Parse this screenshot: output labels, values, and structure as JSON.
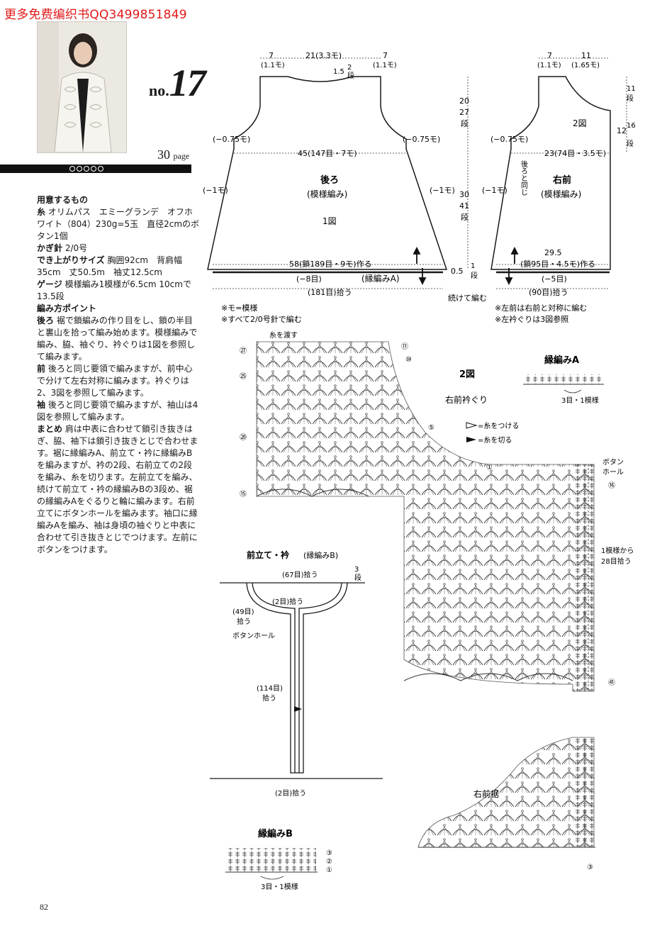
{
  "watermark": "更多免费编织书QQ3499851849",
  "pattern": {
    "no_prefix": "no.",
    "no_number": "17",
    "page_ref_num": "30",
    "page_ref_unit": "page"
  },
  "materials": {
    "heading": "用意するもの",
    "yarn_label": "糸",
    "yarn_text": "オリムパス　エミーグランデ　オフホワイト（804）230g=5玉　直径2cmのボタン1個",
    "hook_label": "かぎ針",
    "hook_text": "2/0号",
    "size_label": "でき上がりサイズ",
    "size_text": "胸囲92cm　背肩幅35cm　丈50.5m　袖丈12.5cm",
    "gauge_label": "ゲージ",
    "gauge_text": "模様編み1模様が6.5cm 10cmで13.5段"
  },
  "points": {
    "heading": "編み方ポイント",
    "back_label": "後ろ",
    "back_text": "裾で鎖編みの作り目をし、鎖の半目と裏山を拾って編み始めます。模様編みで編み、脇、袖ぐり、衿ぐりは1図を参照して編みます。",
    "front_label": "前",
    "front_text": "後ろと同じ要領で編みますが、前中心で分けて左右対称に編みます。衿ぐりは2、3図を参照して編みます。",
    "sleeve_label": "袖",
    "sleeve_text": "後ろと同じ要領で編みますが、袖山は4図を参照して編みます。",
    "finish_label": "まとめ",
    "finish_text": "肩は中表に合わせて鎖引き抜きはぎ、脇、袖下は鎖引き抜きとじで合わせます。裾に縁編みA、前立て・衿に縁編みBを編みますが、衿の2段、右前立ての2段を編み、糸を切ります。左前立てを編み、続けて前立て・衿の縁編みBの3段め、裾の縁編みAをぐるりと輪に編みます。右前立てにボタンホールを編みます。袖口に縁編みAを編み、袖は身頃の袖ぐりと中表に合わせて引き抜きとじでつけます。左前にボタンをつけます。"
  },
  "back": {
    "top_left": "7",
    "top_left_sub": "(1.1モ)",
    "top_mid": "21(3.3モ)",
    "top_right": "7",
    "top_right_sub": "(1.1モ)",
    "neck_depth": "1.5",
    "neck_rows": "2",
    "neck_rows_unit": "段",
    "arm_left": "(−0.75モ)",
    "arm_right": "(−0.75モ)",
    "width": "45(147目・7モ)",
    "title": "後ろ",
    "pattern_name": "(模様編み)",
    "fig": "1図",
    "side_left": "(−1モ)",
    "side_right": "(−1モ)",
    "chain": "58(鎖189目・9モ)作る",
    "border_left": "(−8目)",
    "border_name": "(縁編みA)",
    "pick": "(181目)拾う",
    "upper_len": "20",
    "upper_rows": "27",
    "upper_unit": "段",
    "lower_len": "30",
    "lower_rows": "41",
    "lower_unit": "段",
    "border_len": "0.5",
    "border_rows": "1",
    "border_unit": "段",
    "continue": "続けて編む",
    "note1": "※モ=模様",
    "note2": "※すべて2/0号針で編む"
  },
  "front": {
    "top_left": "7",
    "top_left_sub": "(1.1モ)",
    "top_right": "11",
    "top_right_sub": "(1.65モ)",
    "side_a": "11",
    "side_a_unit": "段",
    "side_b_len": "12",
    "side_b": "16",
    "side_b_unit": "段",
    "fig": "2図",
    "arm_left": "(−0.75モ)",
    "width": "23(74目・3.5モ)",
    "same": "後ろと同じ",
    "title": "右前",
    "pattern_name": "(模様編み)",
    "side_left": "(−1モ)",
    "chain_len": "29.5",
    "chain": "(鎖95目・4.5モ)作る",
    "border": "(−5目)",
    "pick": "(90目)拾う",
    "note1": "※左前は右前と対称に編む",
    "note2": "※左衿ぐりは3図参照"
  },
  "chart2": {
    "pass_yarn": "糸を渡す",
    "fig": "2図",
    "title": "右前衿ぐり",
    "legend_attach": "=糸をつける",
    "legend_cut": "=糸を切る",
    "buttonhole_1": "ボタン",
    "buttonhole_2": "ホール",
    "repeat_1": "1模様から",
    "repeat_2": "28目拾う",
    "row_27": "㉗",
    "row_25": "㉕",
    "row_20": "⑳",
    "row_15": "⑮",
    "row_11": "⑪",
    "row_10": "⑩",
    "row_5": "⑤",
    "row_1": "①",
    "row_16": "⑯",
    "row_41": "㊶",
    "hem_title": "右前裾",
    "mark_3": "③"
  },
  "edgingA": {
    "title": "縁編みA",
    "repeat": "3目・1模様"
  },
  "placket": {
    "title": "前立て・衿",
    "subtitle": "(縁編みB)",
    "pick67": "(67目)拾う",
    "rows": "3",
    "rows_unit": "段",
    "pick2a": "(2目)拾う",
    "pick49": "(49目)",
    "pick49b": "拾う",
    "buttonhole": "ボタンホール",
    "pick114": "(114目)",
    "pick114b": "拾う",
    "pick2b": "(2目)拾う"
  },
  "edgingB": {
    "title": "縁編みB",
    "repeat": "3目・1模様",
    "r1": "①",
    "r2": "②",
    "r3": "③"
  },
  "page_number": "82",
  "colors": {
    "watermark": "#e01818",
    "ink": "#1a1a1a"
  }
}
